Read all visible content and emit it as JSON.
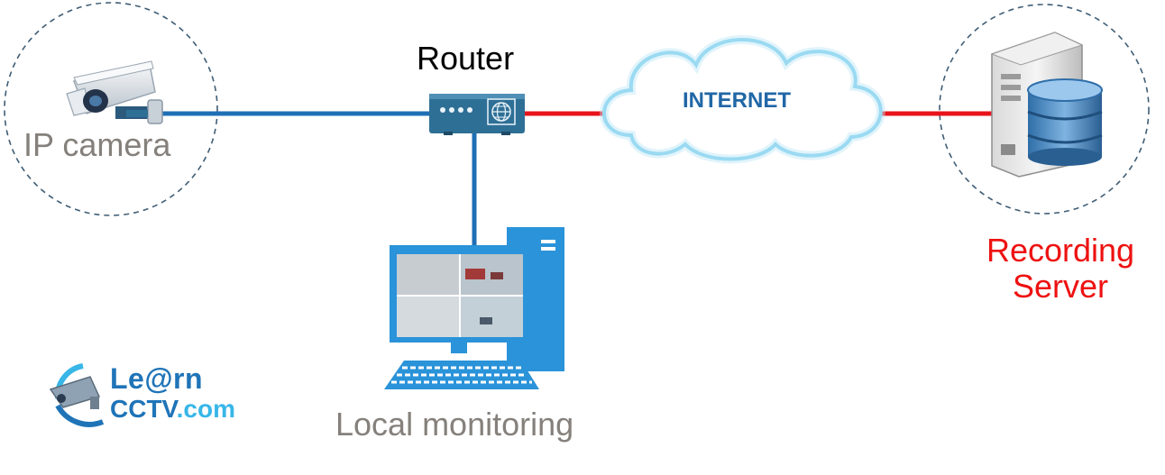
{
  "nodes": {
    "camera": {
      "label": "IP camera"
    },
    "router": {
      "label": "Router"
    },
    "internet": {
      "label": "INTERNET"
    },
    "server": {
      "label_line1": "Recording",
      "label_line2": "Server"
    },
    "local": {
      "label": "Local monitoring"
    }
  },
  "logo": {
    "line1": "Le@rn",
    "line2_main": "CCTV",
    "line2_suffix": ".com"
  },
  "colors": {
    "lan_link": "#1f6fb5",
    "wan_link": "#e8131b",
    "router_body": "#2e6f96",
    "cloud_outline": "#7fd0ee",
    "pc_blue": "#2a93d9",
    "label_gray": "#85807b",
    "server_label": "#ee1111",
    "dashed_circle": "#3f5d75"
  }
}
